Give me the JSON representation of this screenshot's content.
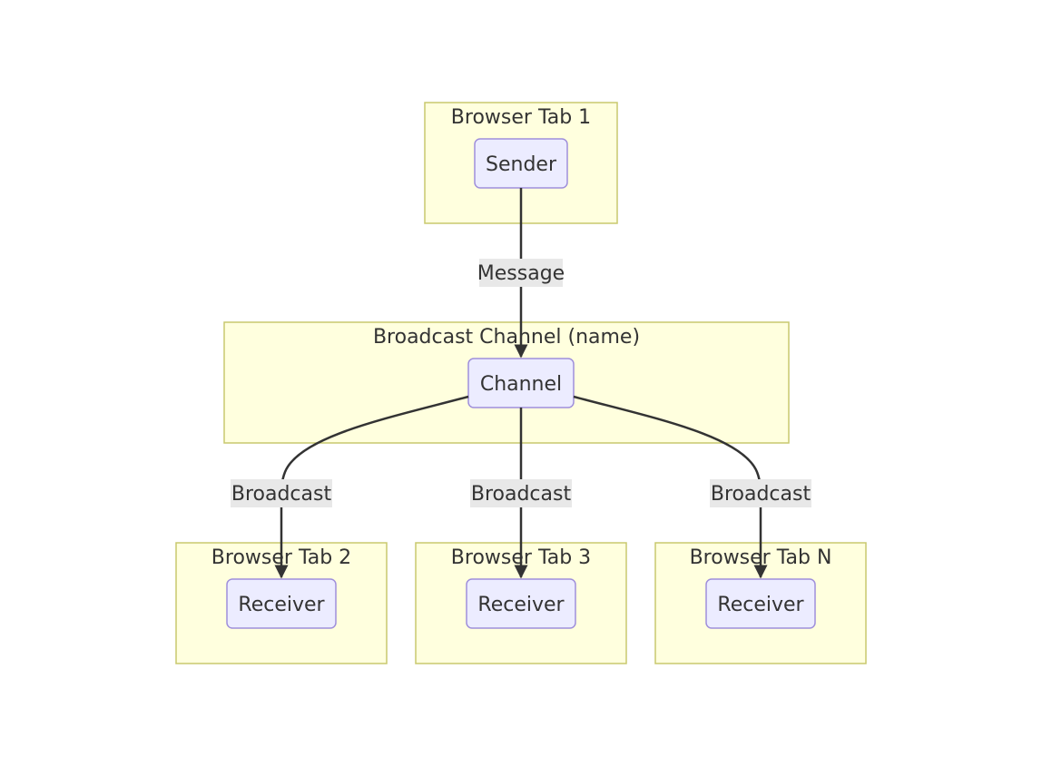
{
  "clusters": {
    "tab1": "Browser Tab 1",
    "channel": "Broadcast Channel (name)",
    "tab2": "Browser Tab 2",
    "tab3": "Browser Tab 3",
    "tabN": "Browser Tab N"
  },
  "nodes": {
    "sender": "Sender",
    "channel": "Channel",
    "receiver2": "Receiver",
    "receiver3": "Receiver",
    "receiverN": "Receiver"
  },
  "edges": {
    "message": "Message",
    "broadcast_left": "Broadcast",
    "broadcast_center": "Broadcast",
    "broadcast_right": "Broadcast"
  },
  "colors": {
    "cluster_fill": "#ffffde",
    "cluster_stroke": "#c8c86e",
    "node_fill": "#ececff",
    "node_stroke": "#9f8fdb",
    "edge": "#333333",
    "edge_label_bg": "#e8e8e8"
  }
}
